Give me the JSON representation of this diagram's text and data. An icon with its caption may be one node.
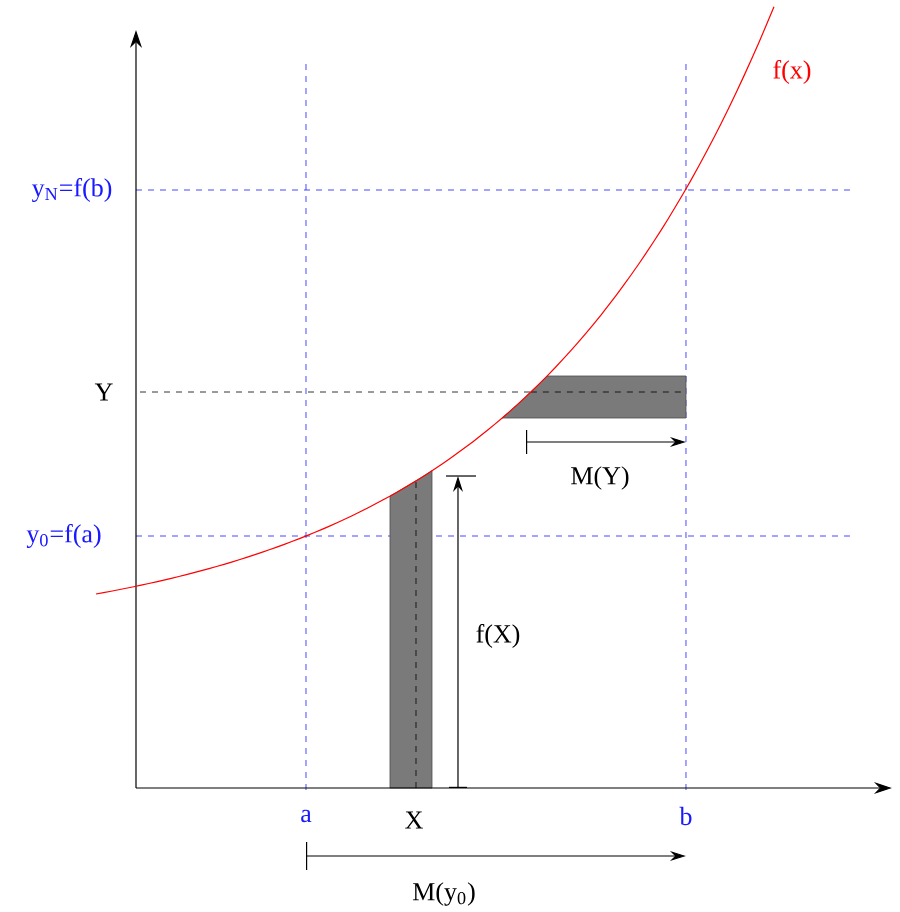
{
  "diagram": {
    "labels": [
      "f(x)",
      "y$_{N}$=f(b)",
      "Y",
      "M(Y)",
      "y$_{0}$=f(a)",
      "f(X)",
      "a",
      "X",
      "b",
      "M(y$_{0}$)"
    ]
  }
}
